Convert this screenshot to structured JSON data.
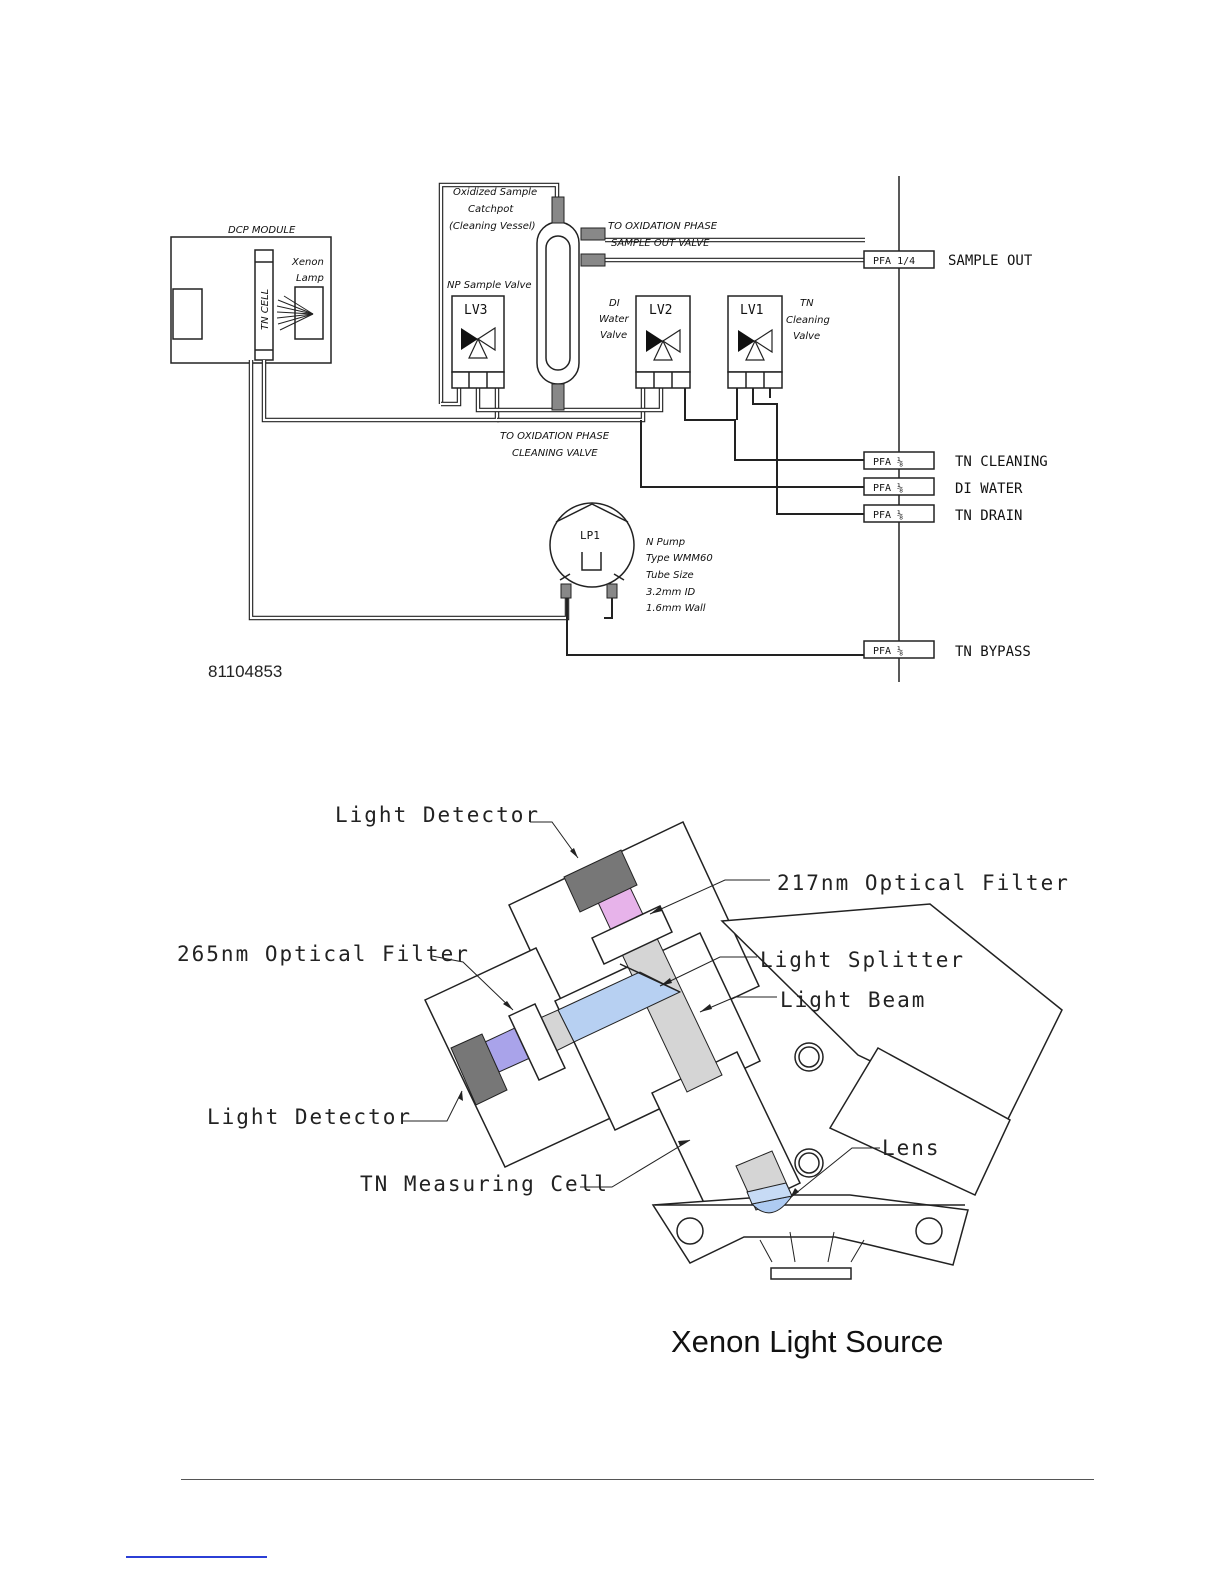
{
  "schematic": {
    "dcp_module": "DCP MODULE",
    "tn_cell": "TN CELL",
    "xenon_lamp": [
      "Xenon",
      "Lamp"
    ],
    "catchpot": [
      "Oxidized Sample",
      "Catchpot",
      "(Cleaning Vessel)"
    ],
    "to_sample_out_valve": [
      "TO OXIDATION PHASE",
      "SAMPLE OUT VALVE"
    ],
    "to_cleaning_valve": [
      "TO OXIDATION PHASE",
      "CLEANING VALVE"
    ],
    "np_sample_valve": "NP Sample Valve",
    "lv3": "LV3",
    "lv2": "LV2",
    "lv1": "LV1",
    "di_water_valve": [
      "DI",
      "Water",
      "Valve"
    ],
    "tn_cleaning_valve": [
      "TN",
      "Cleaning",
      "Valve"
    ],
    "pump_label": "LP1",
    "pump_spec": [
      "N Pump",
      "Type WMM60",
      "Tube Size",
      "3.2mm ID",
      "1.6mm Wall"
    ],
    "drawing_number": "81104853",
    "ports": [
      {
        "fitting": "PFA 1/4",
        "label": "SAMPLE OUT"
      },
      {
        "fitting": "PFA ⅛",
        "label": "TN CLEANING"
      },
      {
        "fitting": "PFA ⅛",
        "label": "DI WATER"
      },
      {
        "fitting": "PFA ⅛",
        "label": "TN DRAIN"
      },
      {
        "fitting": "PFA ⅛",
        "label": "TN BYPASS"
      }
    ]
  },
  "optics": {
    "light_detector_top": "Light Detector",
    "filter_217": "217nm Optical Filter",
    "filter_265": "265nm Optical Filter",
    "light_splitter": "Light Splitter",
    "light_beam": "Light Beam",
    "light_detector_left": "Light Detector",
    "lens": "Lens",
    "tn_measuring_cell": "TN Measuring Cell",
    "caption": "Xenon Light Source"
  }
}
